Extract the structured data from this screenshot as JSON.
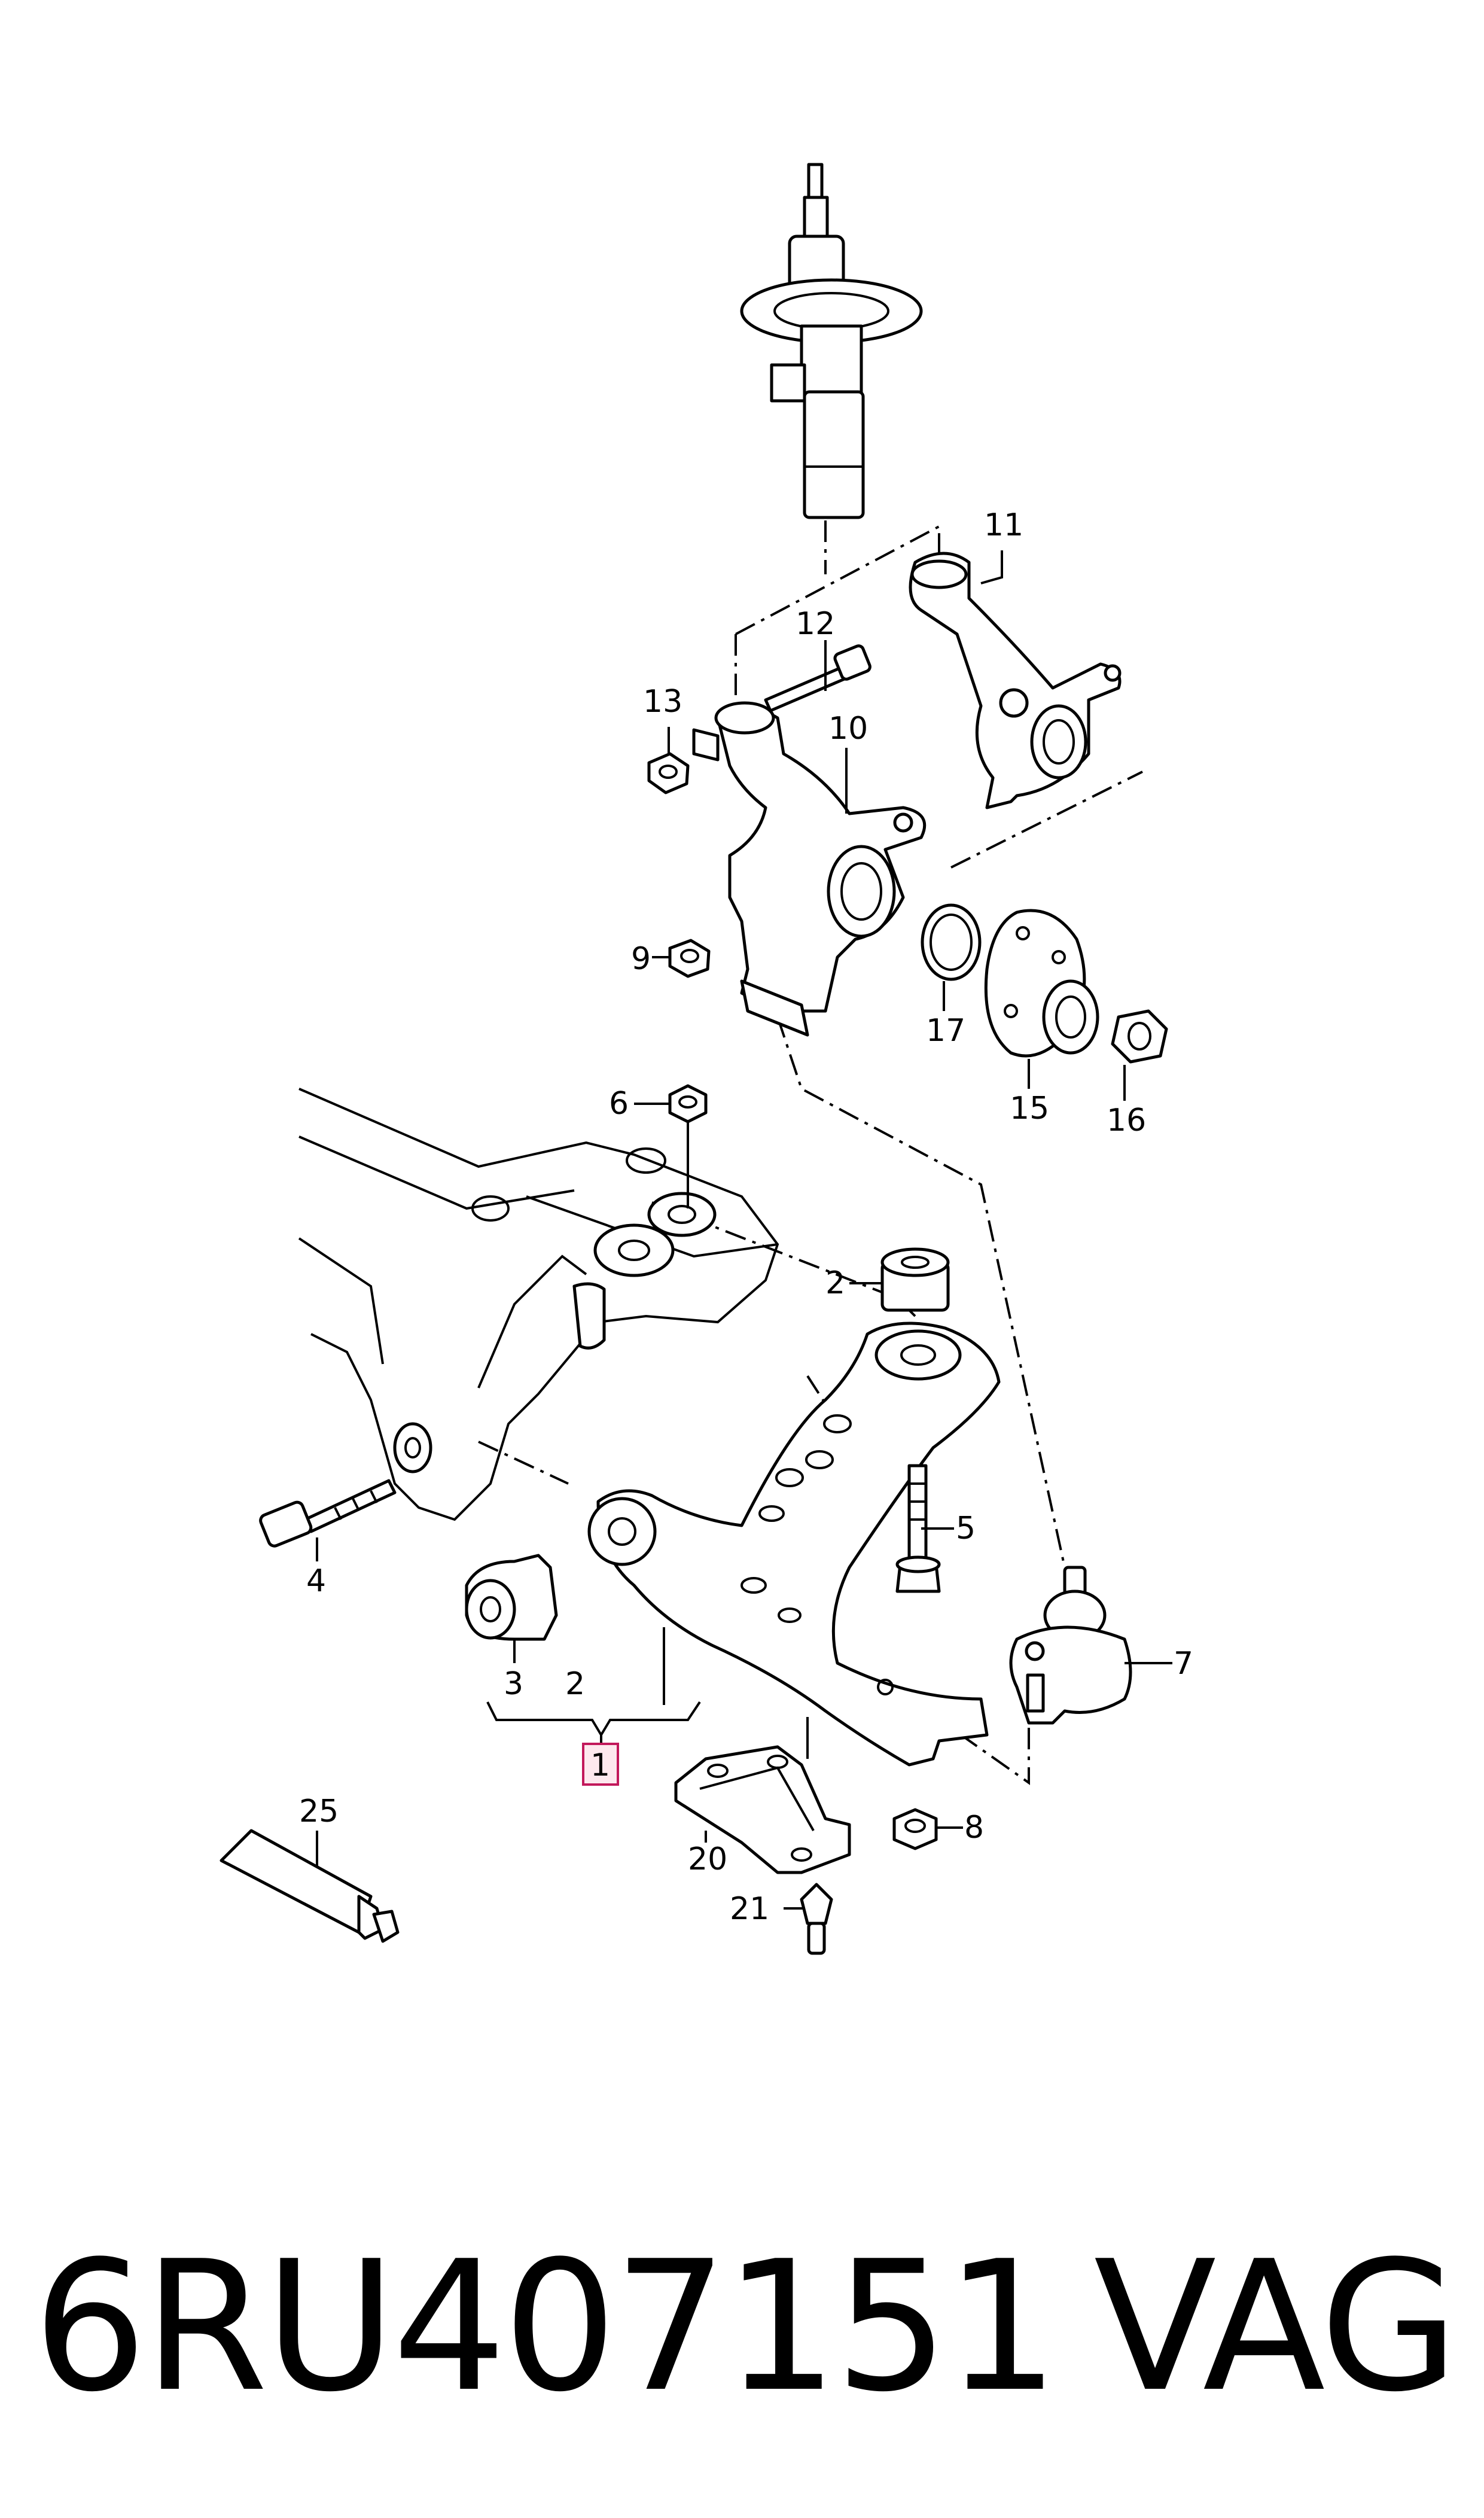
{
  "callouts": {
    "c1": "1",
    "c2a": "2",
    "c2b": "2",
    "c3": "3",
    "c4": "4",
    "c5": "5",
    "c6": "6",
    "c7": "7",
    "c8": "8",
    "c9": "9",
    "c10": "10",
    "c11": "11",
    "c12": "12",
    "c13": "13",
    "c15": "15",
    "c16": "16",
    "c17": "17",
    "c20": "20",
    "c21": "21",
    "c25": "25"
  },
  "colors": {
    "highlight": "#c2185b",
    "line": "#000000",
    "background": "#ffffff"
  },
  "footer": {
    "part_number": "6RU407151",
    "brand": "VAG"
  }
}
